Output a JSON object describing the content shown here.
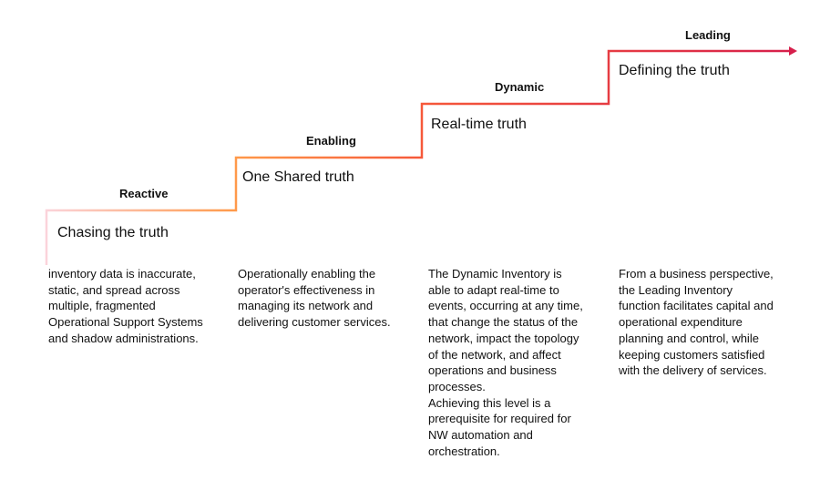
{
  "colors": {
    "start": "#f9c8d0",
    "orange": "#ff8a3d",
    "red": "#f5503a",
    "end": "#d81e4a"
  },
  "steps": [
    {
      "level": "Reactive",
      "stage": "Chasing the truth",
      "description": "inventory data is inaccurate,\nstatic, and spread across\nmultiple, fragmented\nOperational Support Systems\nand shadow administrations."
    },
    {
      "level": "Enabling",
      "stage": "One Shared truth",
      "description": "Operationally enabling the\noperator's effectiveness in\nmanaging its network and\ndelivering customer services."
    },
    {
      "level": "Dynamic",
      "stage": "Real-time truth",
      "description": "The Dynamic Inventory is\nable to adapt real-time to\nevents, occurring at any time,\nthat change the status of the\nnetwork, impact the topology\nof the network, and affect\noperations and business\nprocesses.\nAchieving this level is a\nprerequisite for required for\nNW automation and\norchestration."
    },
    {
      "level": "Leading",
      "stage": "Defining the truth",
      "description": "From a business perspective,\nthe Leading Inventory\nfunction facilitates capital and\noperational expenditure\nplanning and control, while\nkeeping customers satisfied\nwith the delivery of services."
    }
  ]
}
